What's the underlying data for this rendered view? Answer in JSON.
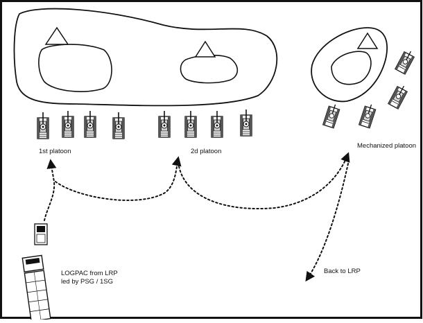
{
  "diagram": {
    "units": [
      {
        "id": "first",
        "label": "1st platoon"
      },
      {
        "id": "second",
        "label": "2d platoon"
      },
      {
        "id": "mech",
        "label": "Mechanized platoon"
      }
    ],
    "logpac": {
      "line1": "LOGPAC from LRP",
      "line2": "led by PSG / 1SG"
    },
    "return": {
      "label": "Back to LRP"
    }
  }
}
